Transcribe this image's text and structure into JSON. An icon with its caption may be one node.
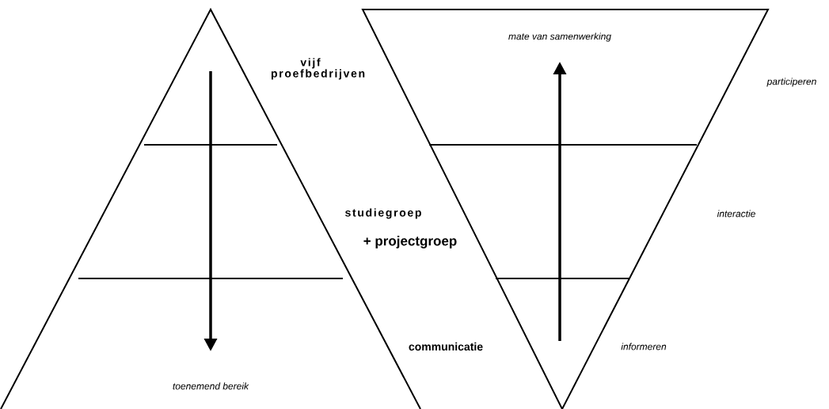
{
  "diagram": {
    "labels": [
      "mate van samenwerking",
      "vijf proefbedrijven",
      "participeren",
      "studiegroep",
      "interactie",
      "+ projectgroep",
      "communicatie",
      "informeren",
      "toenemend bereik"
    ]
  }
}
